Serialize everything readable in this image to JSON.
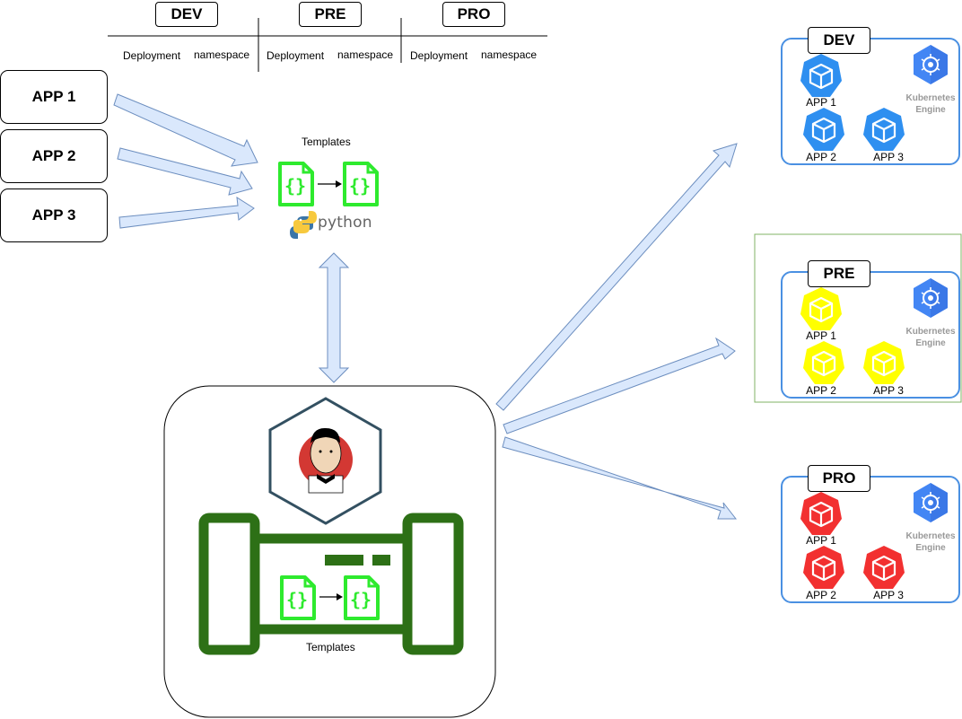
{
  "header": {
    "envs": [
      "DEV",
      "PRE",
      "PRO"
    ],
    "columns": [
      {
        "deployment": "Deployment",
        "namespace": "namespace"
      },
      {
        "deployment": "Deployment",
        "namespace": "namespace"
      },
      {
        "deployment": "Deployment",
        "namespace": "namespace"
      }
    ]
  },
  "apps": [
    "APP 1",
    "APP 2",
    "APP 3"
  ],
  "templates": {
    "label": "Templates",
    "python": "python"
  },
  "pipeline": {
    "templates_label": "Templates"
  },
  "clusters": [
    {
      "env": "DEV",
      "color": "#2e8ff0",
      "apps": [
        "APP 1",
        "APP 2",
        "APP 3"
      ],
      "engine_line1": "Kubernetes",
      "engine_line2": "Engine"
    },
    {
      "env": "PRE",
      "color": "#ffff00",
      "apps": [
        "APP 1",
        "APP 2",
        "APP 3"
      ],
      "engine_line1": "Kubernetes",
      "engine_line2": "Engine"
    },
    {
      "env": "PRO",
      "color": "#f23030",
      "apps": [
        "APP 1",
        "APP 2",
        "APP 3"
      ],
      "engine_line1": "Kubernetes",
      "engine_line2": "Engine"
    }
  ],
  "colors": {
    "arrow_fill": "#dae8fc",
    "arrow_stroke": "#6c8ebf",
    "template_green": "#2eea2e",
    "pipeline_green": "#2d7016",
    "cluster_border": "#4a90e2",
    "highlight_border": "#82b366"
  }
}
